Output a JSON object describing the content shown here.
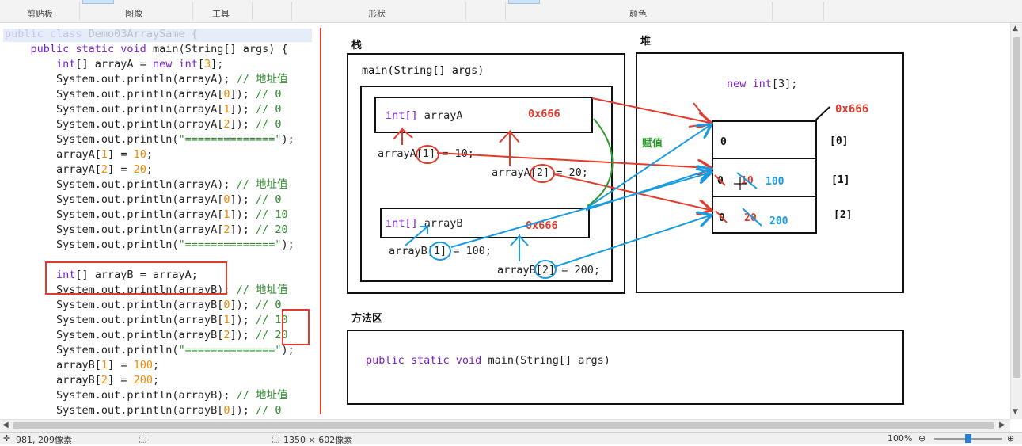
{
  "ribbon": {
    "groups": [
      "剪贴板",
      "图像",
      "工具",
      "形状",
      "颜色"
    ]
  },
  "code": {
    "lines": [
      [
        {
          "t": "public class",
          "c": "kw"
        },
        {
          "t": " Demo03ArraySame {",
          "c": "pl"
        }
      ],
      [
        {
          "t": "    public static void",
          "c": "kw"
        },
        {
          "t": " main(String[] args) {",
          "c": "pl"
        }
      ],
      [
        {
          "t": "        int",
          "c": "kw"
        },
        {
          "t": "[] arrayA = ",
          "c": "pl"
        },
        {
          "t": "new int",
          "c": "kw"
        },
        {
          "t": "[",
          "c": "pl"
        },
        {
          "t": "3",
          "c": "num"
        },
        {
          "t": "];",
          "c": "pl"
        }
      ],
      [
        {
          "t": "        System.out.println(arrayA); ",
          "c": "pl"
        },
        {
          "t": "// 地址值",
          "c": "cm"
        }
      ],
      [
        {
          "t": "        System.out.println(arrayA[",
          "c": "pl"
        },
        {
          "t": "0",
          "c": "num"
        },
        {
          "t": "]); ",
          "c": "pl"
        },
        {
          "t": "// 0",
          "c": "cm"
        }
      ],
      [
        {
          "t": "        System.out.println(arrayA[",
          "c": "pl"
        },
        {
          "t": "1",
          "c": "num"
        },
        {
          "t": "]); ",
          "c": "pl"
        },
        {
          "t": "// 0",
          "c": "cm"
        }
      ],
      [
        {
          "t": "        System.out.println(arrayA[",
          "c": "pl"
        },
        {
          "t": "2",
          "c": "num"
        },
        {
          "t": "]); ",
          "c": "pl"
        },
        {
          "t": "// 0",
          "c": "cm"
        }
      ],
      [
        {
          "t": "        System.out.println(",
          "c": "pl"
        },
        {
          "t": "\"==============\"",
          "c": "str"
        },
        {
          "t": ");",
          "c": "pl"
        }
      ],
      [
        {
          "t": "        arrayA[",
          "c": "pl"
        },
        {
          "t": "1",
          "c": "num"
        },
        {
          "t": "] = ",
          "c": "pl"
        },
        {
          "t": "10",
          "c": "num"
        },
        {
          "t": ";",
          "c": "pl"
        }
      ],
      [
        {
          "t": "        arrayA[",
          "c": "pl"
        },
        {
          "t": "2",
          "c": "num"
        },
        {
          "t": "] = ",
          "c": "pl"
        },
        {
          "t": "20",
          "c": "num"
        },
        {
          "t": ";",
          "c": "pl"
        }
      ],
      [
        {
          "t": "        System.out.println(arrayA); ",
          "c": "pl"
        },
        {
          "t": "// 地址值",
          "c": "cm"
        }
      ],
      [
        {
          "t": "        System.out.println(arrayA[",
          "c": "pl"
        },
        {
          "t": "0",
          "c": "num"
        },
        {
          "t": "]); ",
          "c": "pl"
        },
        {
          "t": "// 0",
          "c": "cm"
        }
      ],
      [
        {
          "t": "        System.out.println(arrayA[",
          "c": "pl"
        },
        {
          "t": "1",
          "c": "num"
        },
        {
          "t": "]); ",
          "c": "pl"
        },
        {
          "t": "// 10",
          "c": "cm"
        }
      ],
      [
        {
          "t": "        System.out.println(arrayA[",
          "c": "pl"
        },
        {
          "t": "2",
          "c": "num"
        },
        {
          "t": "]); ",
          "c": "pl"
        },
        {
          "t": "// 20",
          "c": "cm"
        }
      ],
      [
        {
          "t": "        System.out.println(",
          "c": "pl"
        },
        {
          "t": "\"==============\"",
          "c": "str"
        },
        {
          "t": ");",
          "c": "pl"
        }
      ],
      [
        {
          "t": "",
          "c": "pl"
        }
      ],
      [
        {
          "t": "        int",
          "c": "kw"
        },
        {
          "t": "[] arrayB = arrayA;",
          "c": "pl"
        }
      ],
      [
        {
          "t": "        System.out.println(arrayB); ",
          "c": "pl"
        },
        {
          "t": "// 地址值",
          "c": "cm"
        }
      ],
      [
        {
          "t": "        System.out.println(arrayB[",
          "c": "pl"
        },
        {
          "t": "0",
          "c": "num"
        },
        {
          "t": "]); ",
          "c": "pl"
        },
        {
          "t": "// 0",
          "c": "cm"
        }
      ],
      [
        {
          "t": "        System.out.println(arrayB[",
          "c": "pl"
        },
        {
          "t": "1",
          "c": "num"
        },
        {
          "t": "]); ",
          "c": "pl"
        },
        {
          "t": "// 10",
          "c": "cm"
        }
      ],
      [
        {
          "t": "        System.out.println(arrayB[",
          "c": "pl"
        },
        {
          "t": "2",
          "c": "num"
        },
        {
          "t": "]); ",
          "c": "pl"
        },
        {
          "t": "// 20",
          "c": "cm"
        }
      ],
      [
        {
          "t": "        System.out.println(",
          "c": "pl"
        },
        {
          "t": "\"==============\"",
          "c": "str"
        },
        {
          "t": ");",
          "c": "pl"
        }
      ],
      [
        {
          "t": "        arrayB[",
          "c": "pl"
        },
        {
          "t": "1",
          "c": "num"
        },
        {
          "t": "] = ",
          "c": "pl"
        },
        {
          "t": "100",
          "c": "num"
        },
        {
          "t": ";",
          "c": "pl"
        }
      ],
      [
        {
          "t": "        arrayB[",
          "c": "pl"
        },
        {
          "t": "2",
          "c": "num"
        },
        {
          "t": "] = ",
          "c": "pl"
        },
        {
          "t": "200",
          "c": "num"
        },
        {
          "t": ";",
          "c": "pl"
        }
      ],
      [
        {
          "t": "        System.out.println(arrayB); ",
          "c": "pl"
        },
        {
          "t": "// 地址值",
          "c": "cm"
        }
      ],
      [
        {
          "t": "        System.out.println(arrayB[",
          "c": "pl"
        },
        {
          "t": "0",
          "c": "num"
        },
        {
          "t": "]); ",
          "c": "pl"
        },
        {
          "t": "// 0",
          "c": "cm"
        }
      ]
    ]
  },
  "diagram": {
    "stack_title": "栈",
    "heap_title": "堆",
    "method_area_title": "方法区",
    "main_frame_label": "main(String[] args)",
    "var_a_type": "int[]",
    "var_a_name": " arrayA",
    "var_a_addr": "0x666",
    "var_b_type": "int[]",
    "var_b_name": " arrayB",
    "var_b_addr": "0x666",
    "assign_a1": "arrayA[1] = 10;",
    "assign_a2": "arrayA[2] = 20;",
    "assign_b1": "arrayB[1] = 100;",
    "assign_b2": "arrayB[2] = 200;",
    "heap_new_kw": "new int",
    "heap_new_rest": "[3];",
    "heap_addr": "0x666",
    "assign_label": "赋值",
    "cell0_value": "0",
    "cell1_old0": "0",
    "cell1_old1": "10",
    "cell1_new": "100",
    "cell2_old0": "0",
    "cell2_old1": "20",
    "cell2_new": "200",
    "index0": "[0]",
    "index1": "[1]",
    "index2": "[2]",
    "method_sig_kw": "public static void",
    "method_sig_rest": " main(String[] args)"
  },
  "status": {
    "cursor_pos": "981, 209像素",
    "image_size": "1350 × 602像素",
    "zoom": "100%"
  },
  "colors": {
    "keyword": "#7a1fc7",
    "comment": "#2e8b2e",
    "number": "#f08a00",
    "annot_red": "#e23b2e",
    "annot_blue": "#1a9be0",
    "annot_green": "#2e9a2e"
  }
}
